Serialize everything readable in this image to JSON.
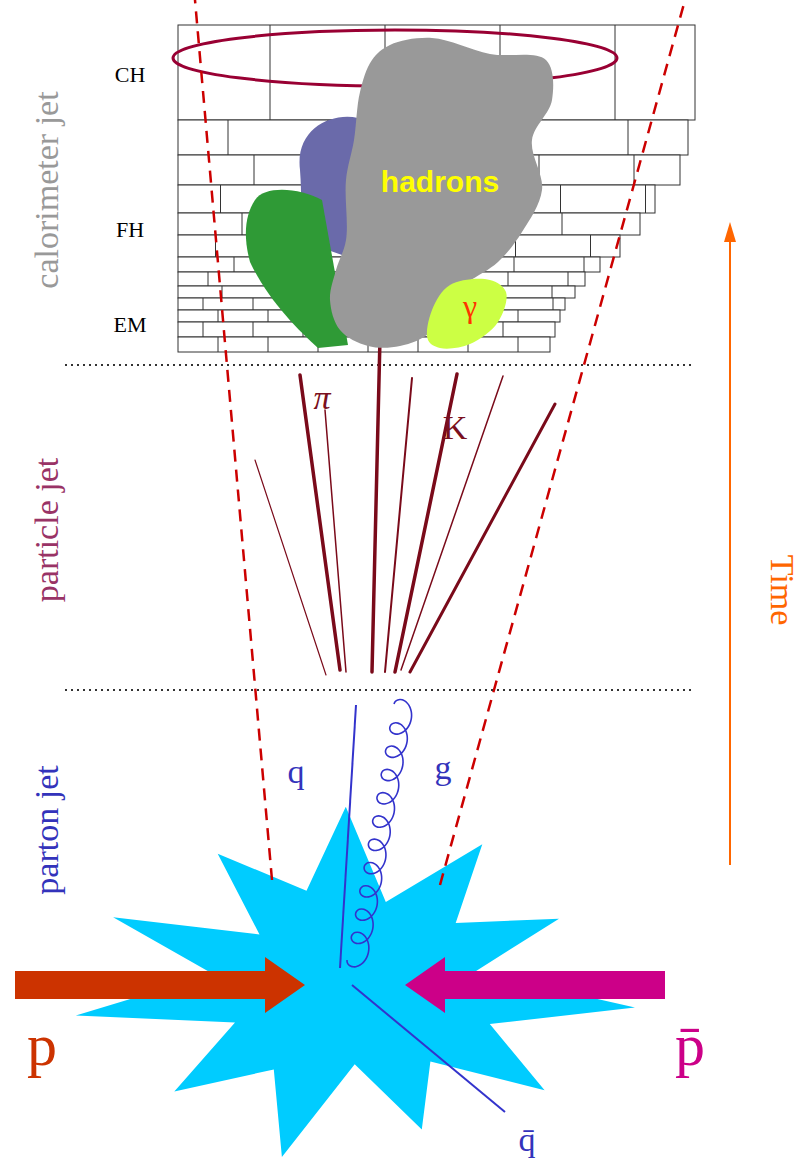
{
  "diagram": {
    "nodes": [
      {
        "text": [
          "hadrons"
        ]
      },
      {
        "text": [
          "γ"
        ]
      }
    ],
    "labels": [
      "calorimeter jet",
      "CH",
      "FH",
      "EM",
      "π",
      "K",
      "particle jet",
      "parton jet",
      "q",
      "g",
      "p",
      "p̄",
      "q̄",
      "Time"
    ]
  }
}
